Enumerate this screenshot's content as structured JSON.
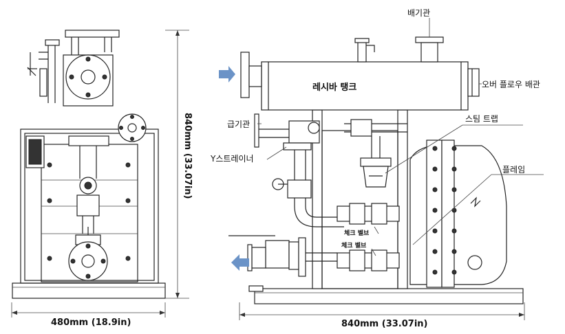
{
  "labels": {
    "receiver_tank": "레시바 탱크",
    "vent_pipe": "배기관",
    "overflow_pipe": "오버 플로우 배관",
    "feed_pipe": "급기관",
    "steam_trap": "스팀 트랩",
    "y_strainer": "Y스트레이너",
    "frame": "플레임",
    "check_valve_1": "체크 벨브",
    "check_valve_2": "체크 벨브"
  },
  "dimensions": {
    "front_width": "480mm (18.9in)",
    "side_width": "840mm (33.07in)",
    "height": "840mm (33.07in)"
  },
  "colors": {
    "arrow": "#6b93c7",
    "line": "#222222"
  }
}
